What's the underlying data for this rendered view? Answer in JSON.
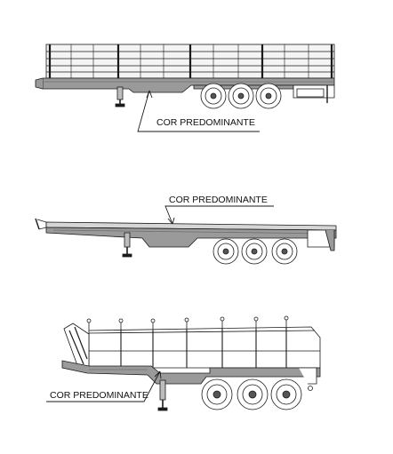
{
  "diagrams": [
    {
      "id": "grade-semi-trailer",
      "label": "COR PREDOMINANTE"
    },
    {
      "id": "flatbed-semi-trailer",
      "label": "COR PREDOMINANTE"
    },
    {
      "id": "tipper-semi-trailer",
      "label": "COR PREDOMINANTE"
    }
  ],
  "colors": {
    "line": "#1a1a1a",
    "frame_fill": "#9a9a9a",
    "frame_dark": "#6e6e6e",
    "bed_fill": "#d6d6d6",
    "tire": "#ffffff",
    "background": "#ffffff"
  }
}
